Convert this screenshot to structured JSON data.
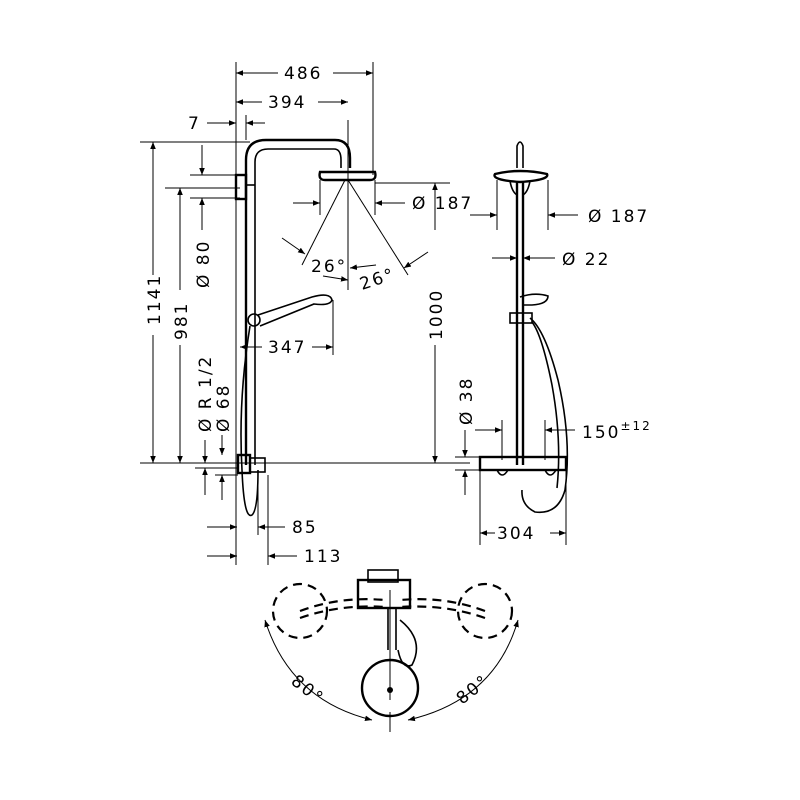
{
  "drawing": {
    "side_view": {
      "overall_width": "486",
      "head_center_offset": "394",
      "wall_gap": "7",
      "total_height": "1141",
      "bracket_height": "981",
      "bracket_diameter": "Ø 80",
      "connection_thread": "Ø R 1/2",
      "escutcheon_diameter": "Ø 68",
      "spray_angle_left": "26°",
      "spray_angle_right": "26°",
      "head_diameter": "Ø 187",
      "handshower_reach": "347",
      "head_height": "1000",
      "mixer_depth": "85",
      "mixer_depth_total": "113"
    },
    "front_view": {
      "head_diameter": "Ø 187",
      "rod_diameter": "Ø 22",
      "thermostat_diameter": "Ø 38",
      "connection_spacing": "150",
      "connection_spacing_tolerance": "±12",
      "thermostat_width": "304"
    },
    "top_view": {
      "swivel_left": "80°",
      "swivel_right": "80°"
    }
  }
}
